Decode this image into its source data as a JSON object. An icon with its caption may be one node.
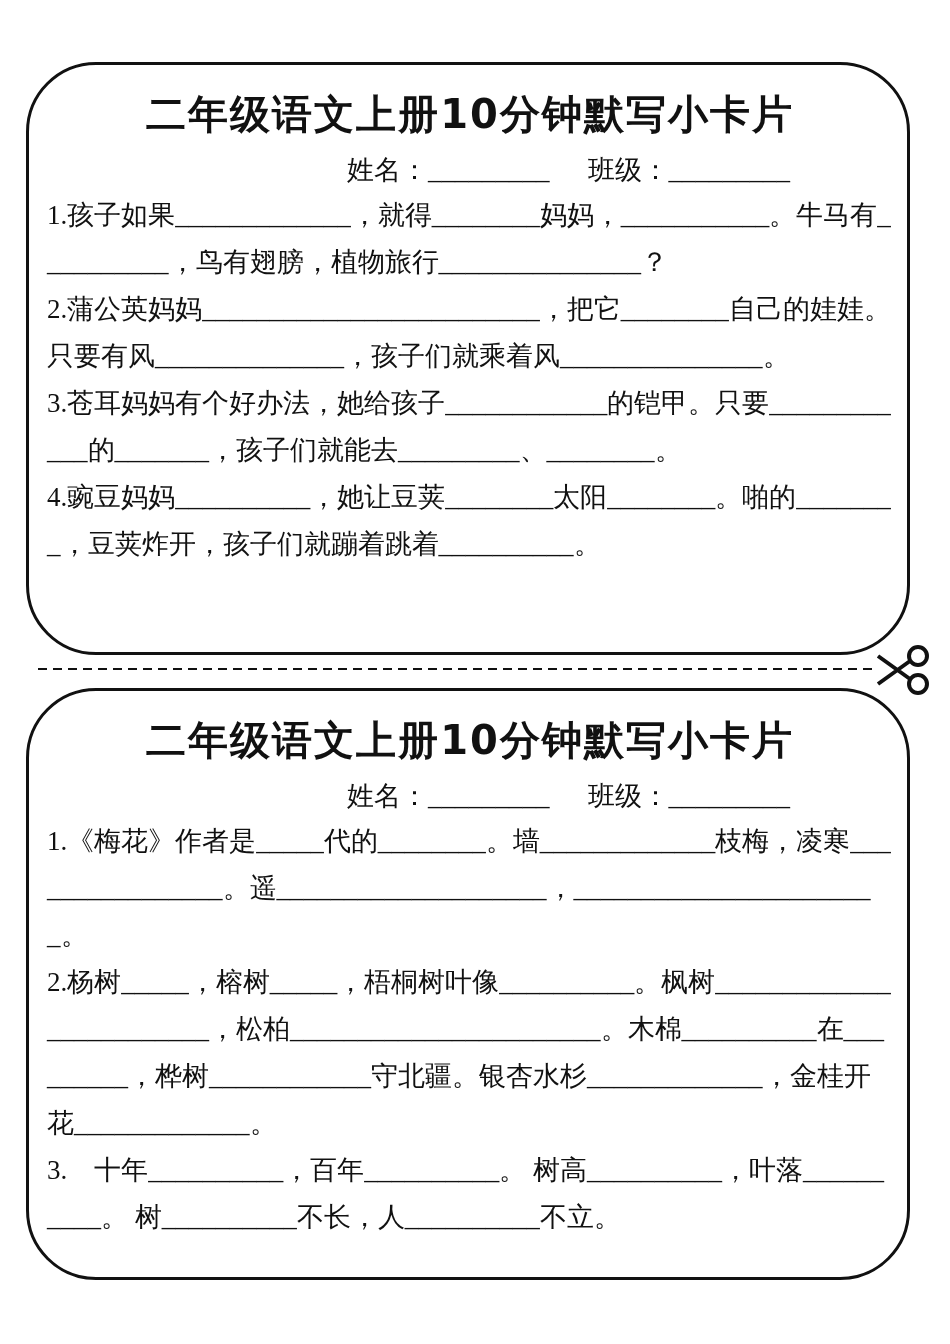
{
  "diagram": {
    "nodes": [
      {
        "text": [
          "二年级语文上册10分钟默写小卡片",
          "姓名：_________",
          "班级：_________",
          "1.孩子如果_____________，就得________妈妈，___________。牛马有__________，鸟有翅膀，植物旅行_______________？",
          "2.蒲公英妈妈_________________________，把它________自己的娃娃。只要有风______________，孩子们就乘着风_______________。",
          "3.苍耳妈妈有个好办法，她给孩子____________的铠甲。只要____________的_______，孩子们就能去_________、________。",
          "4.豌豆妈妈__________，她让豆荚________太阳________。啪的________，豆荚炸开，孩子们就蹦着跳着__________。"
        ]
      },
      {
        "text": [
          "二年级语文上册10分钟默写小卡片",
          "姓名：_________",
          "班级：_________",
          "1.《梅花》作者是_____代的________。墙_____________枝梅，凌寒________________。遥____________________，_______________________。",
          "2.杨树_____，榕树_____，梧桐树叶像__________。枫树_________________________，松柏_______________________。木棉__________在_________，桦树____________守北疆。银杏水杉_____________，金桂开花_____________。",
          "3.　十年__________，百年__________。 树高__________，叶落__________。 树__________不长，人__________不立。"
        ]
      }
    ]
  }
}
